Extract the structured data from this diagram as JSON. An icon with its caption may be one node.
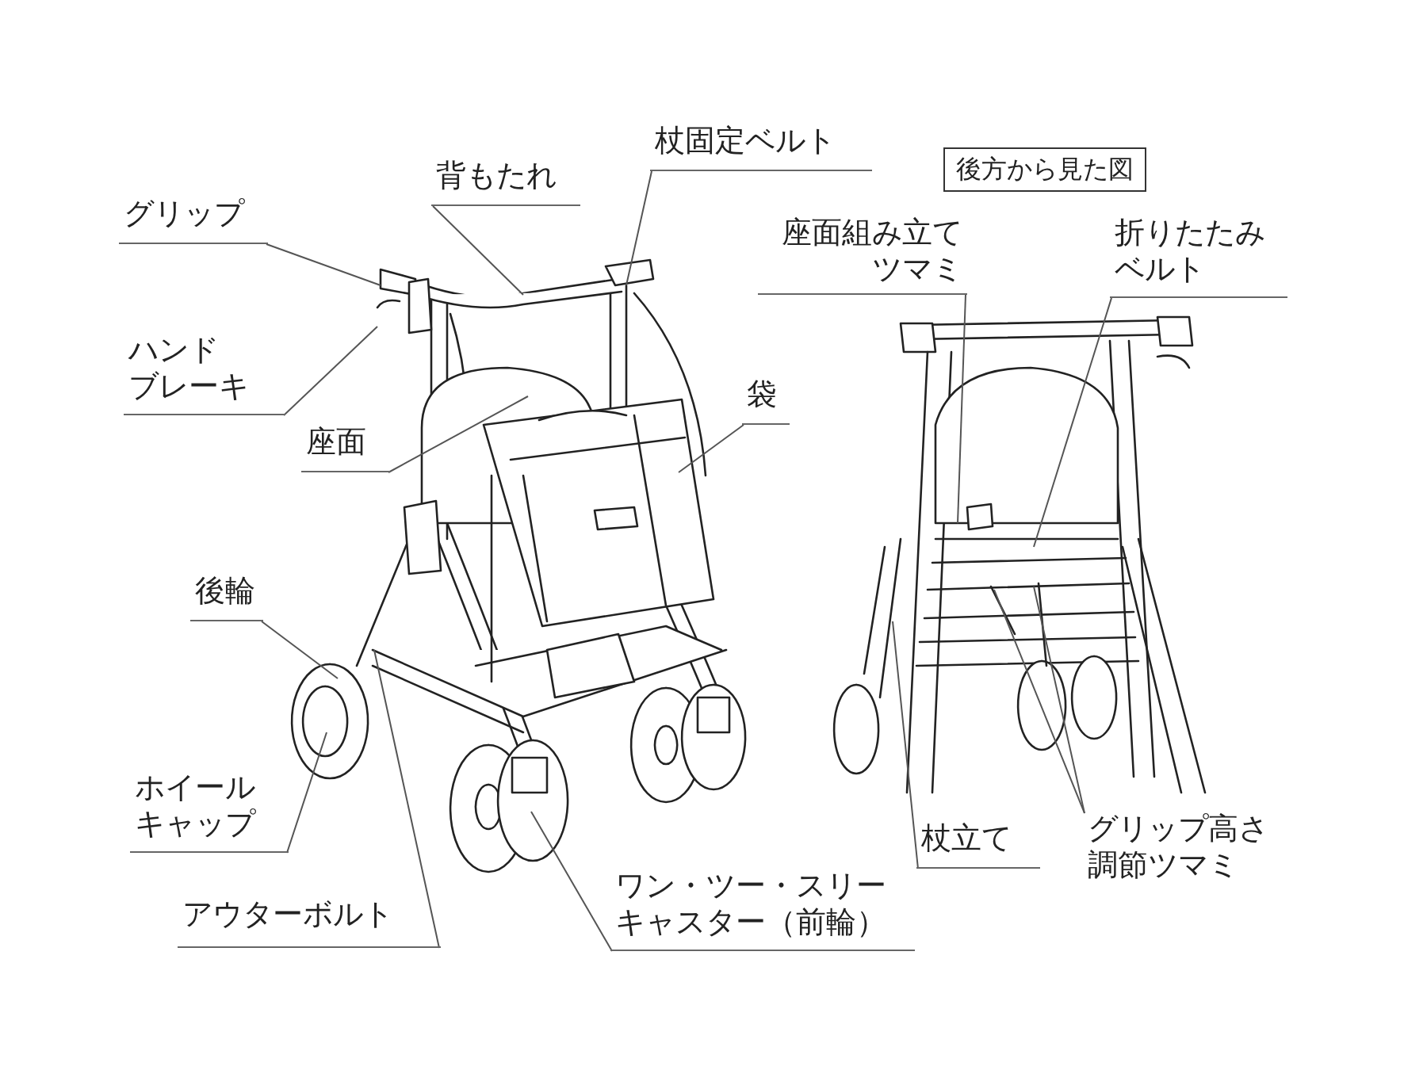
{
  "diagram": {
    "nodes": [
      {
        "text": [
          "杖固定ベルト"
        ]
      },
      {
        "text": [
          "背もたれ"
        ]
      },
      {
        "text": [
          "後方から見た図"
        ]
      },
      {
        "text": [
          "グリップ"
        ]
      },
      {
        "text": [
          "座面組み立てツマミ"
        ]
      },
      {
        "text": [
          "折りたたみベルト"
        ]
      },
      {
        "text": [
          "ハンドブレーキ"
        ]
      },
      {
        "text": [
          "袋"
        ]
      },
      {
        "text": [
          "座面"
        ]
      },
      {
        "text": [
          "後輪"
        ]
      },
      {
        "text": [
          "ホイールキャップ"
        ]
      },
      {
        "text": [
          "杖立て"
        ]
      },
      {
        "text": [
          "グリップ高さ調節ツマミ"
        ]
      },
      {
        "text": [
          "ワン・ツー・スリーキャスター（前輪）"
        ]
      },
      {
        "text": [
          "アウターボルト"
        ]
      }
    ],
    "edges": [
      {
        "from": 0,
        "to": null,
        "arrow": "none"
      },
      {
        "from": 1,
        "to": null,
        "arrow": "none"
      },
      {
        "from": 3,
        "to": null,
        "arrow": "none"
      },
      {
        "from": 4,
        "to": null,
        "arrow": "none"
      },
      {
        "from": 5,
        "to": null,
        "arrow": "none"
      },
      {
        "from": 6,
        "to": null,
        "arrow": "none"
      },
      {
        "from": 7,
        "to": null,
        "arrow": "none"
      },
      {
        "from": 8,
        "to": null,
        "arrow": "none"
      },
      {
        "from": 9,
        "to": null,
        "arrow": "none"
      },
      {
        "from": 10,
        "to": null,
        "arrow": "none"
      },
      {
        "from": 11,
        "to": null,
        "arrow": "none"
      },
      {
        "from": 12,
        "to": null,
        "arrow": "none"
      },
      {
        "from": 12,
        "to": null,
        "arrow": "none"
      },
      {
        "from": 13,
        "to": null,
        "arrow": "none"
      },
      {
        "from": 14,
        "to": null,
        "arrow": "none"
      }
    ]
  }
}
